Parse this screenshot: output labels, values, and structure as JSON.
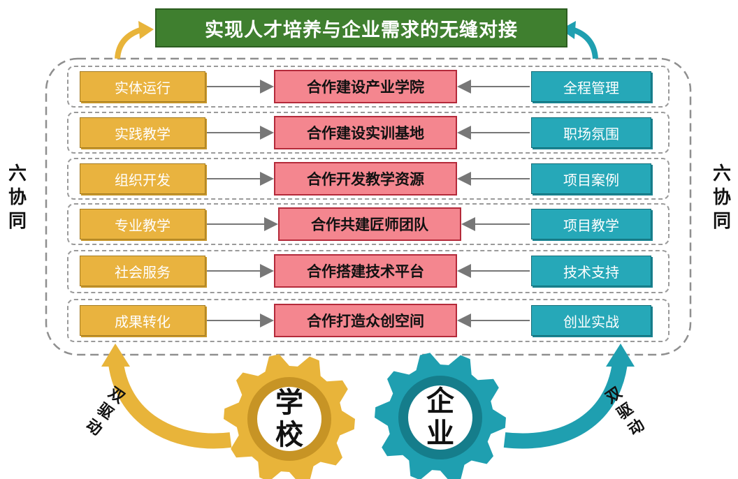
{
  "title": "实现人才培养与企业需求的无缝对接",
  "side_labels": {
    "left": [
      "六",
      "协",
      "同"
    ],
    "right": [
      "六",
      "协",
      "同"
    ]
  },
  "rows": [
    {
      "left": "实体运行",
      "center": "合作建设产业学院",
      "right": "全程管理"
    },
    {
      "left": "实践教学",
      "center": "合作建设实训基地",
      "right": "职场氛围"
    },
    {
      "left": "组织开发",
      "center": "合作开发教学资源",
      "right": "项目案例"
    },
    {
      "left": "专业教学",
      "center": "合作共建匠师团队",
      "right": "项目教学"
    },
    {
      "left": "社会服务",
      "center": "合作搭建技术平台",
      "right": "技术支持"
    },
    {
      "left": "成果转化",
      "center": "合作打造众创空间",
      "right": "创业实战"
    }
  ],
  "gears": {
    "school": [
      "学",
      "校"
    ],
    "enterprise": [
      "企",
      "业"
    ]
  },
  "drive_labels": {
    "left": [
      "双",
      "驱",
      "动"
    ],
    "right": [
      "双",
      "驱",
      "动"
    ]
  },
  "colors": {
    "title_bg": "#3f7f2f",
    "left_box": "#e9b33f",
    "center_box": "#f4868f",
    "right_box": "#26a8b8",
    "gear_yellow": "#e8b43a",
    "gear_teal": "#1f9fb0"
  }
}
